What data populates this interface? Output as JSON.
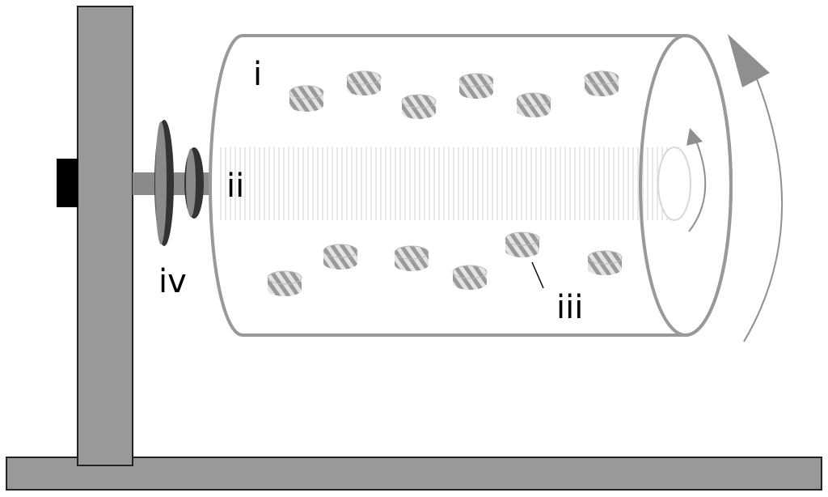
{
  "labels": {
    "cylinder": "i",
    "shaft": "ii",
    "particles": "iii",
    "coupling": "iv"
  },
  "colors": {
    "stand": "#999999",
    "stand_outline": "#222222",
    "knob": "#000000",
    "cylinder_outline": "#999999",
    "coupling_dark": "#333333",
    "coupling_light": "#8a8a8a",
    "shaft_line": "#d8d8d8",
    "particle_stripe": "#9a9a9a",
    "particle_base": "#e4e4e4",
    "arrow": "#8f8f8f"
  },
  "rotation_arrows": [
    "outer-rotation-arrow",
    "inner-rotation-arrow"
  ]
}
